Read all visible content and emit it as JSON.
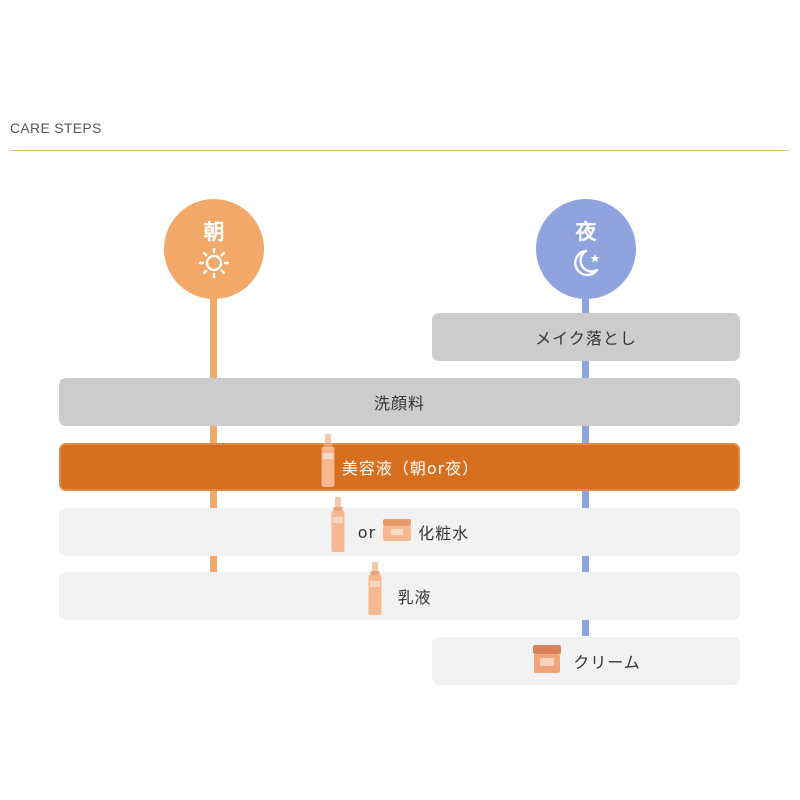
{
  "header": {
    "title": "CARE STEPS"
  },
  "colors": {
    "morning": "#f1a868",
    "night": "#8fa3de",
    "rule": "#e2c07d",
    "highlight": "#d66f1f",
    "step_gray": "#cccccc",
    "step_light": "#f2f2f2"
  },
  "morning": {
    "label": "朝",
    "icon": "sun-icon"
  },
  "night": {
    "label": "夜",
    "icon": "moon-icon"
  },
  "steps": [
    {
      "id": "makeup-removal",
      "label": "メイク落とし",
      "times": [
        "night"
      ]
    },
    {
      "id": "face-wash",
      "label": "洗顔料",
      "times": [
        "morning",
        "night"
      ]
    },
    {
      "id": "serum",
      "label": "美容液（朝or夜）",
      "times": [
        "morning",
        "night"
      ],
      "highlight": true,
      "product_icon": "serum-bottle-icon"
    },
    {
      "id": "toner",
      "label": "化粧水",
      "connector": "or",
      "times": [
        "morning",
        "night"
      ],
      "product_icons": [
        "toner-bottle-icon",
        "jar-icon"
      ]
    },
    {
      "id": "emulsion",
      "label": "乳液",
      "times": [
        "morning",
        "night"
      ],
      "product_icon": "emulsion-bottle-icon"
    },
    {
      "id": "cream",
      "label": "クリーム",
      "times": [
        "night"
      ],
      "product_icon": "cream-jar-icon"
    }
  ]
}
